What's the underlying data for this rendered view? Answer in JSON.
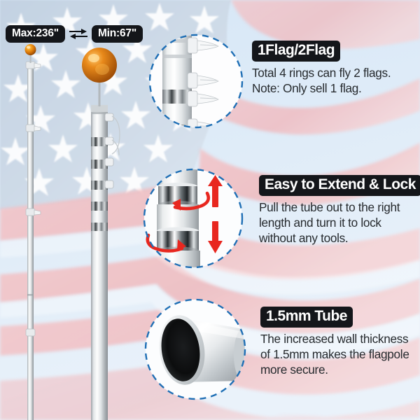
{
  "meta": {
    "product": "Telescoping Flagpole Infographic",
    "background_description": "Faded American flag"
  },
  "colors": {
    "badge_bg": "#14161a",
    "badge_text": "#ffffff",
    "body_text": "#262a2e",
    "dashed_circle": "#1f6fb5",
    "arrow_red": "#e8271f",
    "flag_stripe": "#f0bcc0",
    "flag_canton": "#c9d7e6",
    "page_bg": "#e3edf7",
    "finial_gold": "#e8860d"
  },
  "measurements": {
    "max_label": "Max:236\"",
    "min_label": "Min:67\"",
    "swap_icon": "double-arrow-icon"
  },
  "features": [
    {
      "id": "rings",
      "icon": "flagpole-rings-photo",
      "title": "1Flag/2Flag",
      "body": [
        "Total 4 rings can fly 2 flags.",
        "Note: Only sell 1 flag."
      ]
    },
    {
      "id": "extend-lock",
      "icon": "tube-twist-lock-photo",
      "title": "Easy to Extend & Lock",
      "body": [
        "Pull the tube out to the right",
        "length and turn it to lock",
        "without any tools."
      ]
    },
    {
      "id": "tube-thickness",
      "icon": "tube-cross-section-photo",
      "title": "1.5mm Tube",
      "body": [
        "The increased wall thickness",
        "of 1.5mm makes the flagpole",
        "more secure."
      ]
    }
  ],
  "poles": [
    {
      "name": "extended-flagpole",
      "state": "extended"
    },
    {
      "name": "collapsed-flagpole",
      "state": "collapsed"
    }
  ]
}
